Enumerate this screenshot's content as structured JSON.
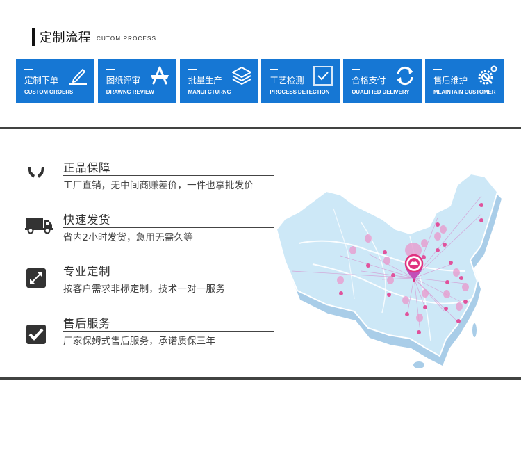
{
  "header": {
    "title_zh": "定制流程",
    "title_en": "CUTOM PROCESS"
  },
  "steps": [
    {
      "zh": "定制下单",
      "en": "CUSTOM OROERS",
      "icon": "pencil-icon"
    },
    {
      "zh": "图纸评审",
      "en": "DRAWNG REVIEW",
      "icon": "compass-ruler-icon"
    },
    {
      "zh": "批量生产",
      "en": "MANUFCTURNG",
      "icon": "layers-icon"
    },
    {
      "zh": "工艺检测",
      "en": "PROCESS DETECTION",
      "icon": "checkbox-icon"
    },
    {
      "zh": "合格支付",
      "en": "OUALIFIED DELIVERY",
      "icon": "refresh-icon"
    },
    {
      "zh": "售后维护",
      "en": "MLAINTAIN CUSTOMER",
      "icon": "gear-wrench-icon"
    }
  ],
  "features": [
    {
      "title": "正品保障",
      "desc": "工厂直销，无中间商赚差价，一件也享批发价",
      "icon": "hands-icon"
    },
    {
      "title": "快速发货",
      "desc": "省内2小时发货，急用无需久等",
      "icon": "truck-icon"
    },
    {
      "title": "专业定制",
      "desc": "按客户需求非标定制，技术一对一服务",
      "icon": "resize-arrow-icon"
    },
    {
      "title": "售后服务",
      "desc": "厂家保姆式售后服务，承诺质保三年",
      "icon": "checkmark-icon"
    }
  ],
  "colors": {
    "card_blue": "#1677d4",
    "divider": "#414341",
    "map_land": "#cde8f7",
    "map_shadow": "#a9cde8",
    "pin_pink": "#e0529c"
  }
}
